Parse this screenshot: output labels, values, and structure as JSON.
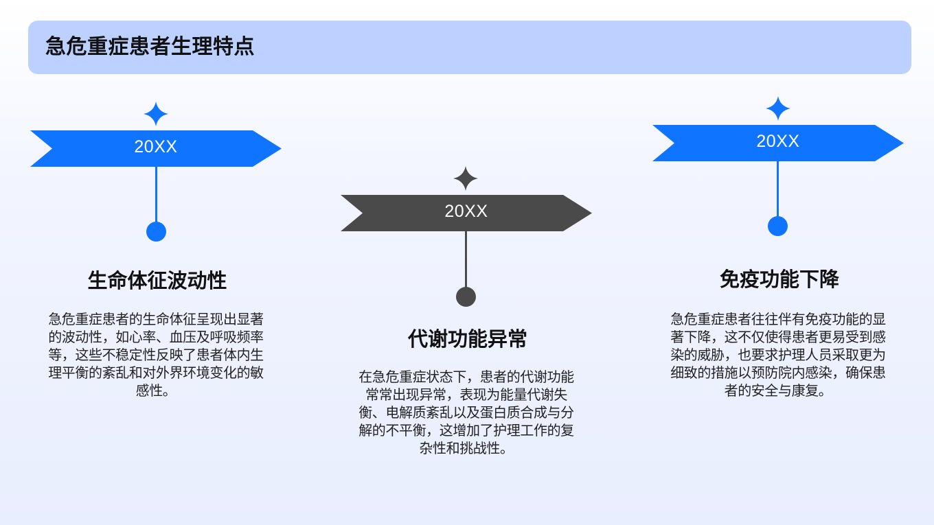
{
  "title": "急危重症患者生理特点",
  "colors": {
    "accent_blue": "#0f74ff",
    "accent_dark": "#4a4a4a",
    "title_bar_bg": "#bcd1ff"
  },
  "items": [
    {
      "year": "20XX",
      "heading": "生命体征波动性",
      "description": "急危重症患者的生命体征呈现出显著的波动性，如心率、血压及呼吸频率等，这些不稳定性反映了患者体内生理平衡的紊乱和对外界环境变化的敏感性。",
      "color": "#0f74ff",
      "icon": "four-point-star-icon"
    },
    {
      "year": "20XX",
      "heading": "代谢功能异常",
      "description": "在急危重症状态下，患者的代谢功能常常出现异常，表现为能量代谢失衡、电解质紊乱以及蛋白质合成与分解的不平衡，这增加了护理工作的复杂性和挑战性。",
      "color": "#4a4a4a",
      "icon": "four-point-star-icon"
    },
    {
      "year": "20XX",
      "heading": "免疫功能下降",
      "description": "急危重症患者往往伴有免疫功能的显著下降，这不仅使得患者更易受到感染的威胁，也要求护理人员采取更为细致的措施以预防院内感染，确保患者的安全与康复。",
      "color": "#0f74ff",
      "icon": "four-point-star-icon"
    }
  ]
}
